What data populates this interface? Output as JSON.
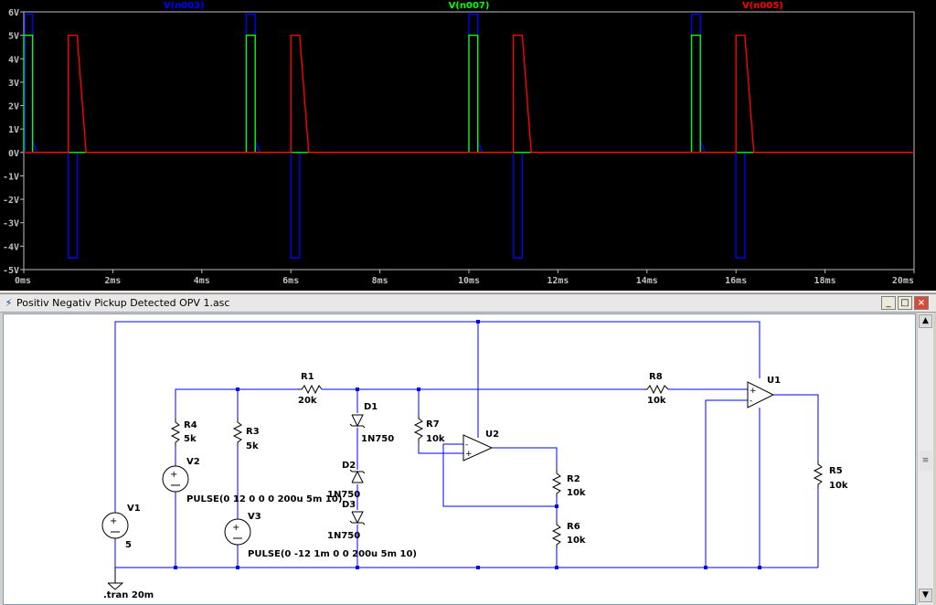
{
  "plot": {
    "background_color": "#000000",
    "trace_labels": [
      {
        "name": "V(n003)",
        "color": "#0000ff"
      },
      {
        "name": "V(n007)",
        "color": "#00ff00"
      },
      {
        "name": "V(n005)",
        "color": "#ff0000"
      }
    ]
  },
  "chart_data": {
    "type": "line",
    "xlabel": "",
    "ylabel": "",
    "xlim": [
      0,
      20
    ],
    "ylim": [
      -5,
      6
    ],
    "x_tick_labels": [
      "0ms",
      "2ms",
      "4ms",
      "6ms",
      "8ms",
      "10ms",
      "12ms",
      "14ms",
      "16ms",
      "18ms",
      "20ms"
    ],
    "y_tick_labels": [
      "6V",
      "5V",
      "4V",
      "3V",
      "2V",
      "1V",
      "0V",
      "-1V",
      "-2V",
      "-3V",
      "-4V",
      "-5V"
    ],
    "x_unit": "ms",
    "y_unit": "V",
    "grid": false,
    "series": [
      {
        "name": "V(n003)",
        "color": "#0000ff",
        "x": [
          0,
          0.03,
          0.03,
          0.2,
          0.2,
          0.3,
          1.0,
          1.0,
          1.2,
          1.2,
          1.4,
          5.0,
          5.0,
          5.2,
          5.2,
          5.3,
          6.0,
          6.0,
          6.2,
          6.2,
          6.4,
          10.0,
          10.0,
          10.2,
          10.2,
          10.3,
          11.0,
          11.0,
          11.2,
          11.2,
          11.4,
          15.0,
          15.0,
          15.2,
          15.2,
          15.3,
          16.0,
          16.0,
          16.2,
          16.2,
          16.4,
          20
        ],
        "y": [
          0,
          0,
          5.9,
          5.9,
          0.5,
          0,
          0,
          -4.5,
          -4.5,
          0,
          0,
          0,
          5.9,
          5.9,
          0.5,
          0,
          0,
          -4.5,
          -4.5,
          0,
          0,
          0,
          5.9,
          5.9,
          0.5,
          0,
          0,
          -4.5,
          -4.5,
          0,
          0,
          0,
          5.9,
          5.9,
          0.5,
          0,
          0,
          -4.5,
          -4.5,
          0,
          0,
          0
        ]
      },
      {
        "name": "V(n007)",
        "color": "#00ff00",
        "x": [
          0,
          0,
          0.2,
          0.2,
          20
        ],
        "y": [
          0,
          5,
          5,
          0,
          0
        ],
        "periods": [
          0,
          5,
          10,
          15
        ]
      },
      {
        "name": "V(n005)",
        "color": "#ff0000",
        "x": [
          0,
          1.0,
          1.0,
          1.2,
          1.4,
          5.0,
          6.0,
          6.0,
          6.2,
          6.4,
          10.0,
          11.0,
          11.0,
          11.2,
          11.4,
          15.0,
          16.0,
          16.0,
          16.2,
          16.4,
          20
        ],
        "y": [
          0,
          0,
          5,
          5,
          0,
          0,
          0,
          5,
          5,
          0,
          0,
          0,
          5,
          5,
          0,
          0,
          0,
          5,
          5,
          0,
          0
        ]
      }
    ]
  },
  "window": {
    "title": "Positiv Negativ Pickup Detected  OPV 1.asc",
    "minimize_label": "_",
    "maximize_label": "□",
    "close_label": "×"
  },
  "scrollbar": {
    "up_label": "▲",
    "down_label": "▼",
    "grip_label": "≡"
  },
  "schematic": {
    "wire_color": "#0000ff",
    "component_color": "#000000",
    "labels": {
      "r1_name": "R1",
      "r1_value": "20k",
      "r2_name": "R2",
      "r2_value": "10k",
      "r3_name": "R3",
      "r3_value": "5k",
      "r4_name": "R4",
      "r4_value": "5k",
      "r5_name": "R5",
      "r5_value": "10k",
      "r6_name": "R6",
      "r6_value": "10k",
      "r7_name": "R7",
      "r7_value": "10k",
      "r8_name": "R8",
      "r8_value": "10k",
      "d1_name": "D1",
      "d1_value": "1N750",
      "d2_name": "D2",
      "d2_value": "1N750",
      "d3_name": "D3",
      "d3_value": "1N750",
      "u1_name": "U1",
      "u2_name": "U2",
      "v1_name": "V1",
      "v1_value": "5",
      "v2_name": "V2",
      "v2_value": "PULSE(0 12 0 0 0 200u 5m 10)",
      "v3_name": "V3",
      "v3_value": "PULSE(0 -12 1m 0 0 200u 5m 10)",
      "directive": ".tran 20m"
    }
  }
}
